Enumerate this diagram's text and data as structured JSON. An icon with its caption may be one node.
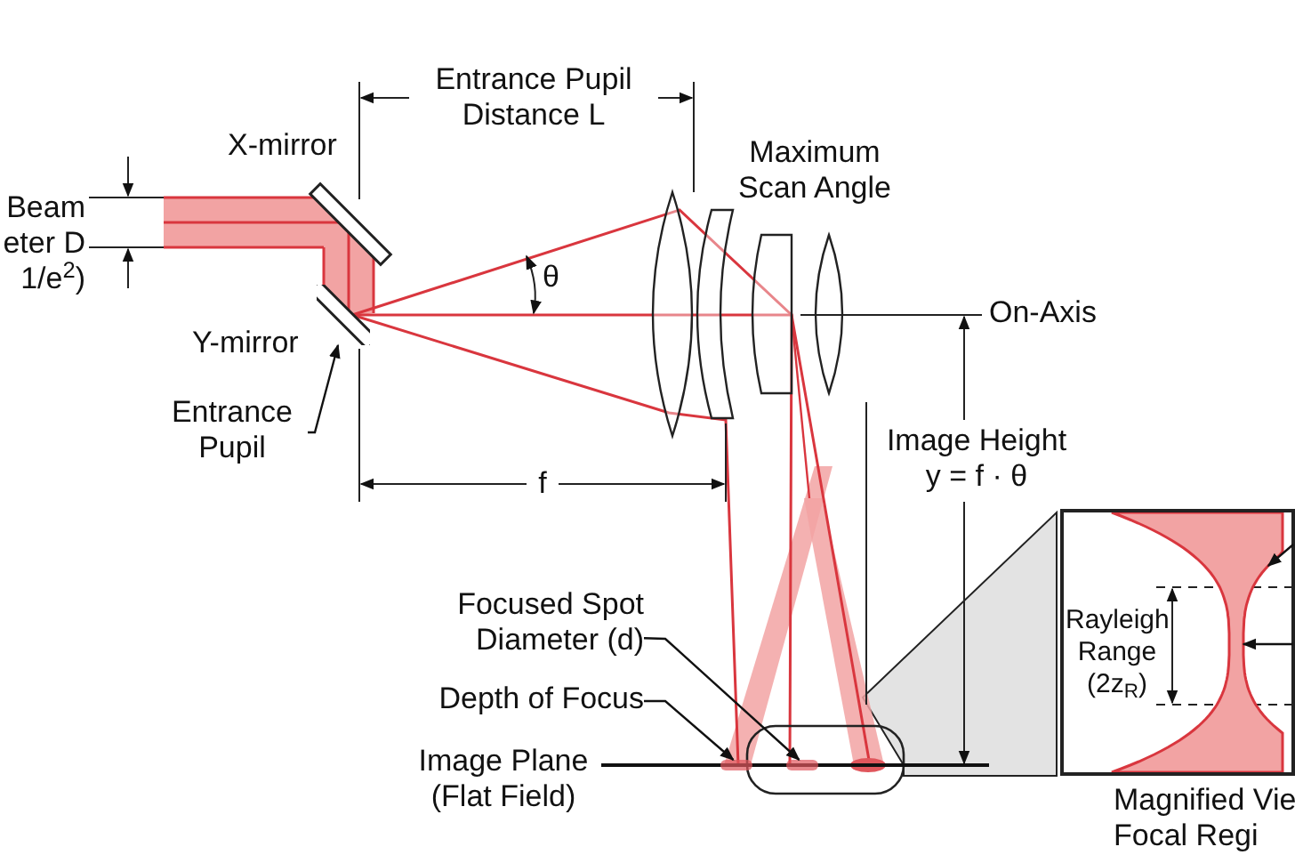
{
  "diagram": {
    "nodes": [
      {
        "text": [
          "Entrance Pupil"
        ]
      },
      {
        "text": [],
        "shape": "bar",
        "beside": [
          "Y-mirror"
        ]
      },
      {
        "text": [
          "Focused Spot Diameter (d)"
        ]
      },
      {
        "text": [
          "Depth of Focus"
        ]
      },
      {
        "text": [],
        "shape": "ellipse"
      },
      {
        "text": [],
        "shape": "ellipse"
      },
      {
        "text": [
          "Rayleigh Range (2z$_{R}$)",
          "Magnified Vie Focal Regi"
        ]
      },
      {
        "text": [],
        "shape": "picture",
        "in": 6
      }
    ],
    "edges": [
      {
        "from": 0,
        "to": 1,
        "arrow": "to"
      },
      {
        "from": 2,
        "to": 5,
        "arrow": "to"
      },
      {
        "from": 3,
        "to": 4,
        "arrow": "to"
      },
      {
        "from": null,
        "to": 7,
        "arrow": "to"
      },
      {
        "from": null,
        "to": 7,
        "arrow": "to"
      }
    ],
    "labels": [
      "Entrance Pupil Distance L",
      "X-mirror",
      "Beam eter D 1/e$^{2}$)",
      "Maximum Scan Angle",
      "θ",
      "On-Axis",
      "Image Height y = f · θ",
      "f",
      "Image Plane (Flat Field)"
    ]
  }
}
